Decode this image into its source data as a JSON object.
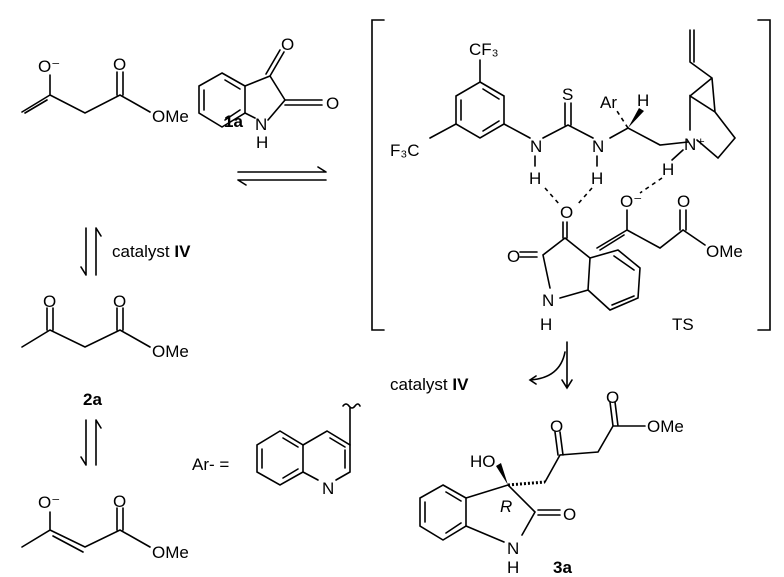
{
  "compounds": {
    "isatin": {
      "label": "1a",
      "o3": "O",
      "o2": "O",
      "n": "N",
      "h": "H"
    },
    "enolate_top": {
      "o_minus": "O⁻",
      "o": "O",
      "ome": "OMe"
    },
    "ketoester": {
      "label": "2a",
      "o1": "O",
      "o2": "O",
      "ome": "OMe"
    },
    "enolate_bottom": {
      "o_minus": "O⁻",
      "o": "O",
      "ome": "OMe"
    },
    "ar_definition": {
      "prefix": "Ar- =",
      "n": "N"
    },
    "product": {
      "label": "3a",
      "ho": "HO",
      "stereo": "R",
      "o_lactam": "O",
      "o_ketone": "O",
      "o_ester": "O",
      "ome": "OMe",
      "n": "N",
      "h": "H"
    }
  },
  "transition_state": {
    "label": "TS",
    "cf3_top": "CF₃",
    "f3c": "F₃C",
    "s": "S",
    "n1": "N",
    "n2": "N",
    "h1": "H",
    "h2": "H",
    "ar": "Ar",
    "h_stereo": "H",
    "n_plus": "N⁺",
    "h_nplus": "H",
    "o_bridge": "O",
    "enolate_o_minus": "O⁻",
    "enolate_o": "O",
    "enolate_ome": "OMe",
    "isatin_o": "O",
    "isatin_n": "N",
    "isatin_h": "H"
  },
  "conditions": {
    "catalyst_text": "catalyst ",
    "catalyst_id": "IV",
    "catalyst_text2": "catalyst ",
    "catalyst_id2": "IV"
  }
}
